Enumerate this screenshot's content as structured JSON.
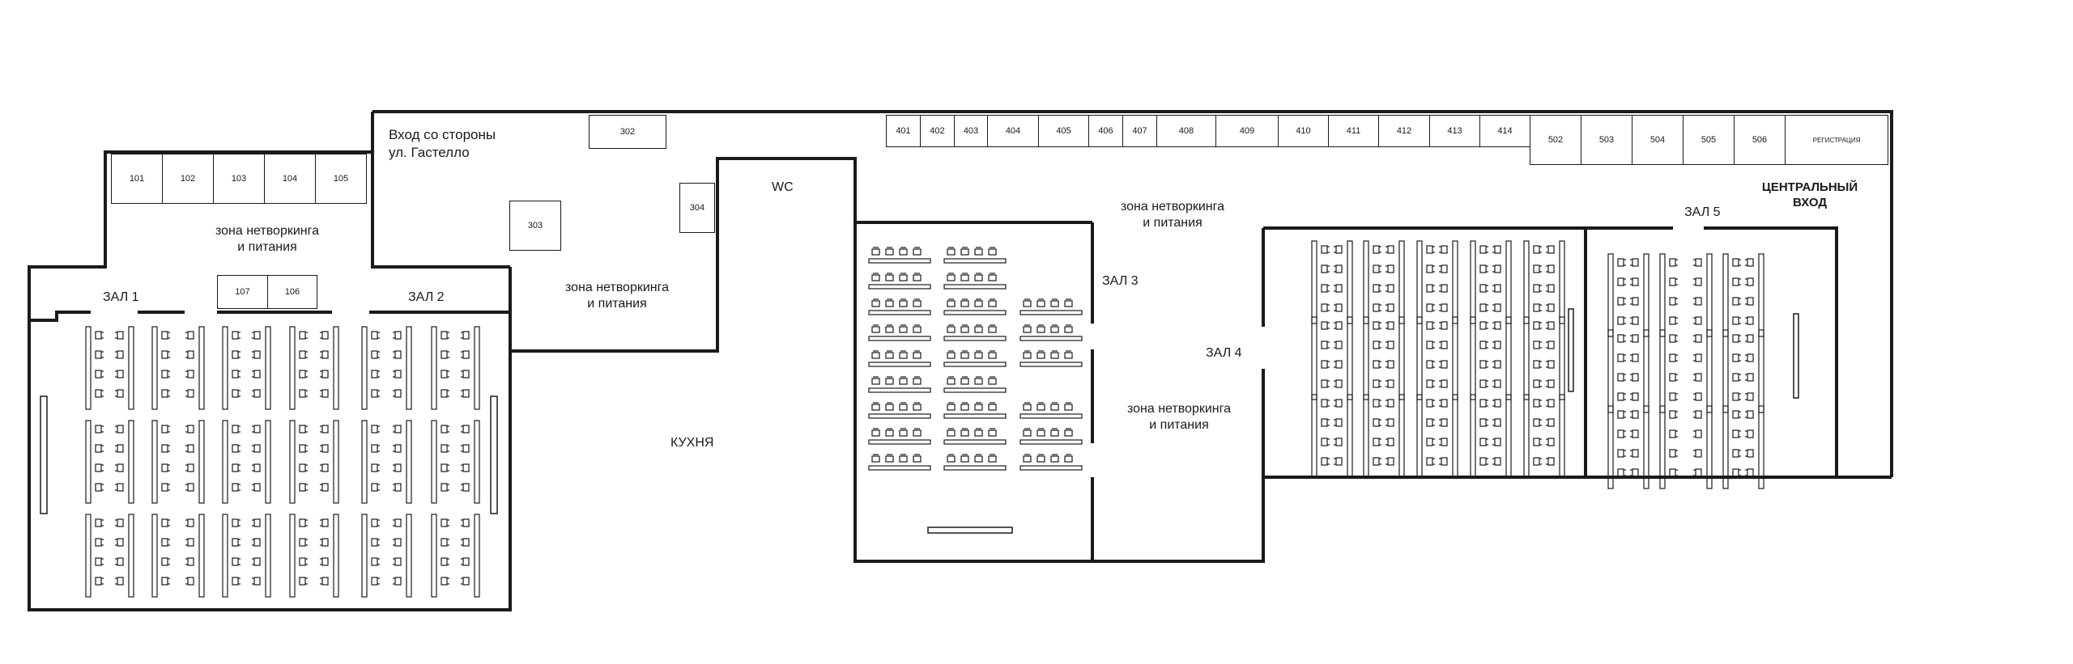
{
  "booths": [
    {
      "id": "b101",
      "label": "101"
    },
    {
      "id": "b102",
      "label": "102"
    },
    {
      "id": "b103",
      "label": "103"
    },
    {
      "id": "b104",
      "label": "104"
    },
    {
      "id": "b105",
      "label": "105"
    },
    {
      "id": "b106",
      "label": "106"
    },
    {
      "id": "b107",
      "label": "107"
    },
    {
      "id": "b302",
      "label": "302"
    },
    {
      "id": "b303",
      "label": "303"
    },
    {
      "id": "b304",
      "label": "304"
    },
    {
      "id": "b401",
      "label": "401"
    },
    {
      "id": "b402",
      "label": "402"
    },
    {
      "id": "b403",
      "label": "403"
    },
    {
      "id": "b404",
      "label": "404"
    },
    {
      "id": "b405",
      "label": "405"
    },
    {
      "id": "b406",
      "label": "406"
    },
    {
      "id": "b407",
      "label": "407"
    },
    {
      "id": "b408",
      "label": "408"
    },
    {
      "id": "b409",
      "label": "409"
    },
    {
      "id": "b410",
      "label": "410"
    },
    {
      "id": "b411",
      "label": "411"
    },
    {
      "id": "b412",
      "label": "412"
    },
    {
      "id": "b413",
      "label": "413"
    },
    {
      "id": "b414",
      "label": "414"
    },
    {
      "id": "b502",
      "label": "502"
    },
    {
      "id": "b503",
      "label": "503"
    },
    {
      "id": "b504",
      "label": "504"
    },
    {
      "id": "b505",
      "label": "505"
    },
    {
      "id": "b506",
      "label": "506"
    },
    {
      "id": "breg",
      "label": "РЕГИСТРАЦИЯ"
    }
  ],
  "labels": {
    "entrance_line1": "Вход со стороны",
    "entrance_line2": "ул. Гастелло",
    "networking_line1": "зона нетворкинга",
    "networking_line2": "и питания",
    "hall1": "ЗАЛ 1",
    "hall2": "ЗАЛ 2",
    "hall3": "ЗАЛ 3",
    "hall4": "ЗАЛ 4",
    "hall5": "ЗАЛ 5",
    "wc": "WC",
    "kitchen": "КУХНЯ",
    "main_entrance_line1": "ЦЕНТРАЛЬНЫЙ",
    "main_entrance_line2": "ВХОД"
  }
}
